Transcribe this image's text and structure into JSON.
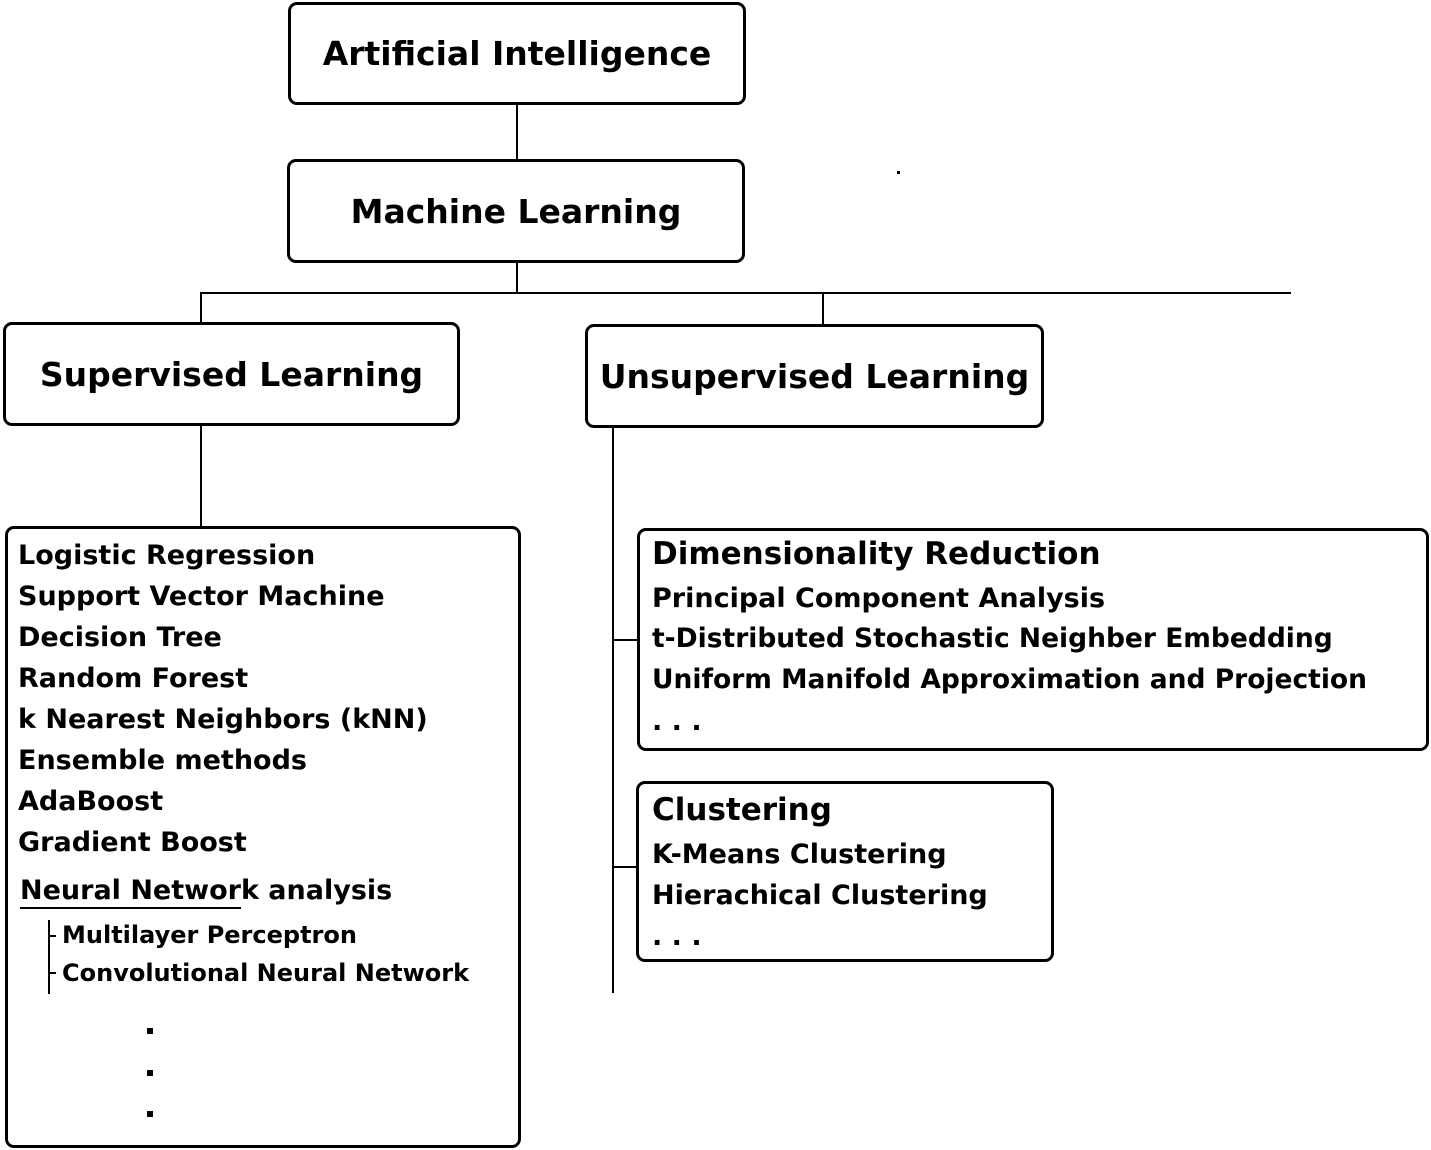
{
  "root": {
    "label": "Artificial Intelligence"
  },
  "ml": {
    "label": "Machine Learning"
  },
  "supervised": {
    "label": "Supervised Learning",
    "methods": [
      "Logistic Regression",
      "Support Vector Machine",
      "Decision Tree",
      "Random Forest",
      "k Nearest Neighbors (kNN)",
      "Ensemble methods",
      "AdaBoost",
      "Gradient Boost"
    ],
    "neural": {
      "label": "Neural Network analysis",
      "items": [
        "Multilayer Perceptron",
        "Convolutional Neural Network"
      ]
    }
  },
  "unsupervised": {
    "label": "Unsupervised Learning",
    "dimred": {
      "label": "Dimensionality Reduction",
      "items": [
        "Principal Component Analysis",
        "t-Distributed Stochastic Neighber Embedding",
        "Uniform Manifold Approximation and Projection",
        ". . ."
      ]
    },
    "clustering": {
      "label": "Clustering",
      "items": [
        "K-Means Clustering",
        "Hierachical Clustering",
        ". . ."
      ]
    }
  },
  "colors": {
    "stroke": "#000000",
    "background": "#ffffff"
  }
}
